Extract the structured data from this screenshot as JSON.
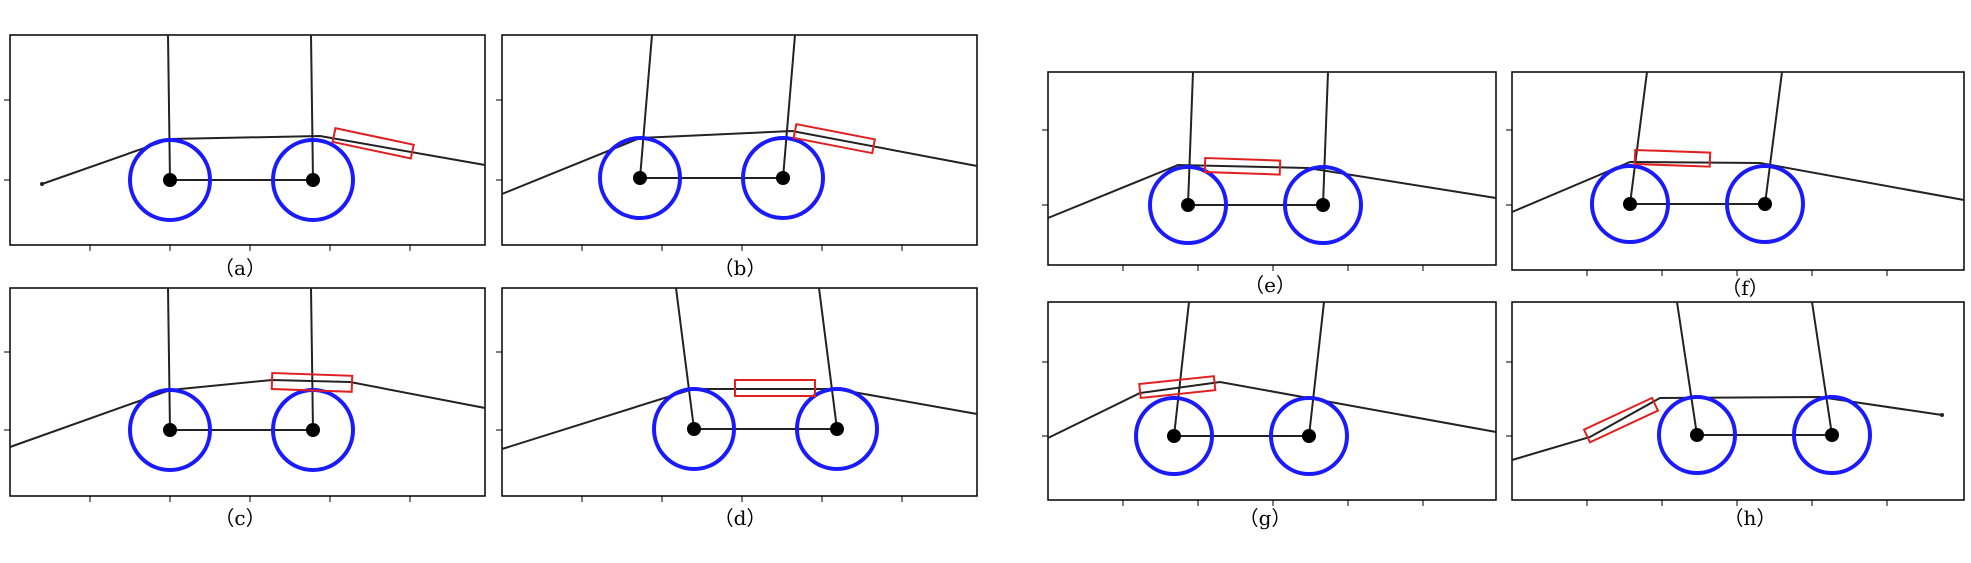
{
  "figure": {
    "panels": [
      {
        "id": "a",
        "caption": "（a）"
      },
      {
        "id": "b",
        "caption": "（b）"
      },
      {
        "id": "c",
        "caption": "（c）"
      },
      {
        "id": "d",
        "caption": "（d）"
      },
      {
        "id": "e",
        "caption": "（e）"
      },
      {
        "id": "f",
        "caption": "（f）"
      },
      {
        "id": "g",
        "caption": "（g）"
      },
      {
        "id": "h",
        "caption": "（h）"
      }
    ],
    "colors": {
      "wheel": "#1a1aff",
      "obstacle": "#e02020",
      "frame": "#000000",
      "terrain": "#222222"
    }
  }
}
